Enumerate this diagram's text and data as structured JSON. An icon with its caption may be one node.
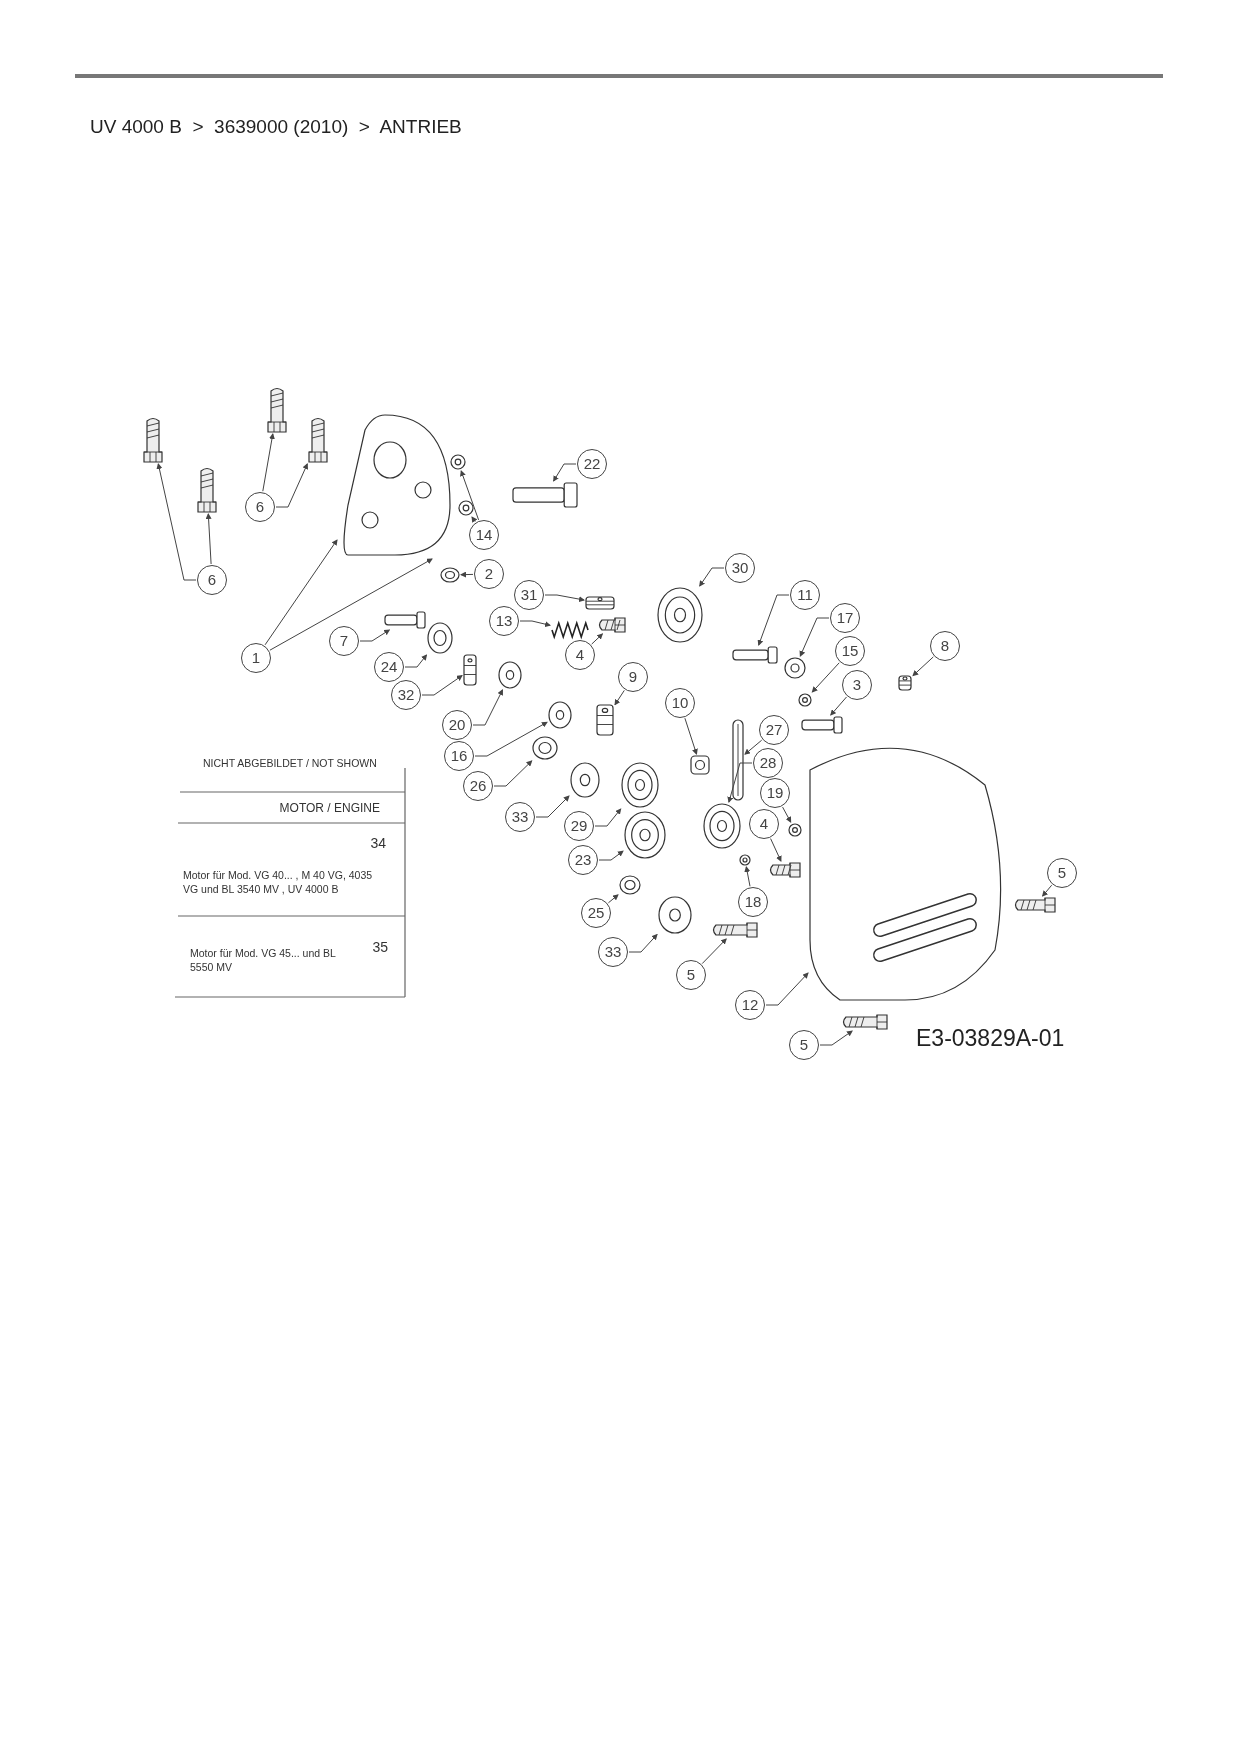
{
  "diagram": {
    "title": "UV 4000 B  >  3639000 (2010)  >  ANTRIEB",
    "nodes": [
      {
        "text": [
          "22"
        ]
      },
      {
        "text": [
          "6"
        ]
      },
      {
        "text": [
          "14"
        ]
      },
      {
        "text": [
          "2"
        ]
      },
      {
        "text": [
          "6"
        ]
      },
      {
        "text": [
          "30"
        ]
      },
      {
        "text": [
          "31"
        ]
      },
      {
        "text": [
          "11"
        ]
      },
      {
        "text": [
          "13"
        ]
      },
      {
        "text": [
          "17"
        ]
      },
      {
        "text": [
          "7"
        ]
      },
      {
        "text": [
          "8"
        ]
      },
      {
        "text": [
          "15"
        ]
      },
      {
        "text": [
          "4"
        ]
      },
      {
        "text": [
          "1"
        ]
      },
      {
        "text": [
          "24"
        ]
      },
      {
        "text": [
          "9"
        ]
      },
      {
        "text": [
          "3"
        ]
      },
      {
        "text": [
          "32"
        ]
      },
      {
        "text": [
          "10"
        ]
      },
      {
        "text": [
          "20"
        ]
      },
      {
        "text": [
          "27"
        ]
      },
      {
        "text": [
          "16"
        ]
      },
      {
        "text": [
          "28"
        ]
      },
      {
        "text": [
          "26"
        ]
      },
      {
        "text": [
          "19"
        ]
      },
      {
        "text": [
          "33"
        ]
      },
      {
        "text": [
          "4"
        ]
      },
      {
        "text": [
          "29"
        ]
      },
      {
        "text": [
          "23"
        ]
      },
      {
        "text": [
          "5"
        ]
      },
      {
        "text": [
          "18"
        ]
      },
      {
        "text": [
          "25"
        ]
      },
      {
        "text": [
          "33"
        ]
      },
      {
        "text": [
          "5"
        ]
      },
      {
        "text": [
          "12"
        ]
      },
      {
        "text": [
          "5"
        ]
      },
      {
        "text": [],
        "shape": "picture"
      },
      {
        "text": [],
        "shape": "picture"
      },
      {
        "text": [],
        "shape": "picture"
      },
      {
        "text": [],
        "shape": "picture"
      },
      {
        "text": [],
        "shape": "picture"
      },
      {
        "text": [],
        "shape": "picture"
      },
      {
        "text": [],
        "shape": "picture"
      },
      {
        "text": [],
        "shape": "picture"
      },
      {
        "text": [],
        "shape": "picture"
      },
      {
        "text": [],
        "shape": "picture"
      },
      {
        "text": [],
        "shape": "picture"
      },
      {
        "text": [],
        "shape": "picture"
      },
      {
        "text": [],
        "shape": "picture"
      },
      {
        "text": [],
        "shape": "picture"
      },
      {
        "text": [],
        "shape": "picture"
      },
      {
        "text": [],
        "shape": "picture"
      },
      {
        "text": [],
        "shape": "picture"
      },
      {
        "text": [],
        "shape": "picture"
      },
      {
        "text": [],
        "shape": "picture"
      },
      {
        "text": [],
        "shape": "picture"
      },
      {
        "text": [],
        "shape": "picture"
      },
      {
        "text": [],
        "shape": "picture"
      },
      {
        "text": [],
        "shape": "picture"
      },
      {
        "text": [],
        "shape": "picture"
      },
      {
        "text": [],
        "shape": "picture"
      },
      {
        "text": [],
        "shape": "picture"
      },
      {
        "text": [],
        "shape": "picture"
      },
      {
        "text": [],
        "shape": "picture"
      },
      {
        "text": [],
        "shape": "picture"
      },
      {
        "text": [],
        "shape": "picture"
      },
      {
        "text": [],
        "shape": "picture"
      },
      {
        "text": [],
        "shape": "picture"
      },
      {
        "text": [],
        "shape": "picture"
      },
      {
        "text": [],
        "shape": "picture"
      },
      {
        "text": [],
        "shape": "picture"
      },
      {
        "text": [],
        "shape": "picture"
      },
      {
        "text": [],
        "shape": "picture"
      },
      {
        "text": [],
        "shape": "picture"
      },
      {
        "text": [],
        "shape": "picture"
      },
      {
        "text": [],
        "shape": "picture"
      }
    ],
    "edges": [
      {
        "from": 0,
        "to": 37,
        "arrow": "to"
      },
      {
        "from": 1,
        "to": 38,
        "arrow": "to"
      },
      {
        "from": 1,
        "to": 39,
        "arrow": "to"
      },
      {
        "from": 2,
        "to": 40,
        "arrow": "to"
      },
      {
        "from": 2,
        "to": 41,
        "arrow": "to"
      },
      {
        "from": 3,
        "to": 42,
        "arrow": "to"
      },
      {
        "from": 4,
        "to": 43,
        "arrow": "to"
      },
      {
        "from": 4,
        "to": 44,
        "arrow": "to"
      },
      {
        "from": 5,
        "to": 45,
        "arrow": "to"
      },
      {
        "from": 6,
        "to": 46,
        "arrow": "to"
      },
      {
        "from": 7,
        "to": 47,
        "arrow": "to"
      },
      {
        "from": 8,
        "to": 48,
        "arrow": "to"
      },
      {
        "from": 9,
        "to": 49,
        "arrow": "to"
      },
      {
        "from": 10,
        "to": 50,
        "arrow": "to"
      },
      {
        "from": 11,
        "to": 51,
        "arrow": "to"
      },
      {
        "from": 12,
        "to": 52,
        "arrow": "to"
      },
      {
        "from": 13,
        "to": 53,
        "arrow": "to"
      },
      {
        "from": 14,
        "to": 54,
        "arrow": "to"
      },
      {
        "from": 14,
        "to": 54,
        "arrow": "to"
      },
      {
        "from": 15,
        "to": 55,
        "arrow": "to"
      },
      {
        "from": 16,
        "to": 56,
        "arrow": "to"
      },
      {
        "from": 17,
        "to": 57,
        "arrow": "to"
      },
      {
        "from": 18,
        "to": 58,
        "arrow": "to"
      },
      {
        "from": 19,
        "to": 59,
        "arrow": "to"
      },
      {
        "from": 20,
        "to": 60,
        "arrow": "to"
      },
      {
        "from": 21,
        "to": 61,
        "arrow": "to"
      },
      {
        "from": 22,
        "to": 62,
        "arrow": "to"
      },
      {
        "from": 23,
        "to": 63,
        "arrow": "to"
      },
      {
        "from": 24,
        "to": 64,
        "arrow": "to"
      },
      {
        "from": 25,
        "to": 65,
        "arrow": "to"
      },
      {
        "from": 26,
        "to": 66,
        "arrow": "to"
      },
      {
        "from": 27,
        "to": 67,
        "arrow": "to"
      },
      {
        "from": 28,
        "to": 68,
        "arrow": "to"
      },
      {
        "from": 29,
        "to": 69,
        "arrow": "to"
      },
      {
        "from": 30,
        "to": 70,
        "arrow": "to"
      },
      {
        "from": 31,
        "to": 71,
        "arrow": "to"
      },
      {
        "from": 32,
        "to": 72,
        "arrow": "to"
      },
      {
        "from": 33,
        "to": 73,
        "arrow": "to"
      },
      {
        "from": 34,
        "to": 74,
        "arrow": "to"
      },
      {
        "from": 35,
        "to": 75,
        "arrow": "to"
      },
      {
        "from": 36,
        "to": 76,
        "arrow": "to"
      }
    ],
    "labels": [
      "NICHT ABGEBILDET / NOT SHOWN",
      "MOTOR / ENGINE",
      "34",
      "Motor für Mod.  VG 40... , M 40 VG, 4035 VG  und BL 3540 MV , UV 4000 B",
      "35",
      "Motor für Mod.  VG 45... und BL 5550 MV",
      "E3-03829A-01"
    ]
  }
}
